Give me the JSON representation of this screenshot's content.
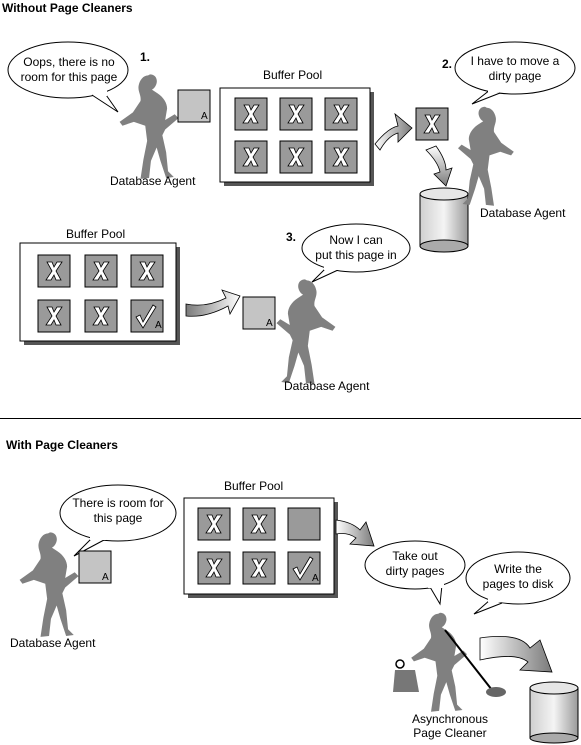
{
  "top": {
    "title": "Without Page Cleaners",
    "step1": "1.",
    "step2": "2.",
    "step3": "3.",
    "bubble1": [
      "Oops, there is no",
      "room for this page"
    ],
    "bubble2": [
      "I have to move a",
      "dirty page"
    ],
    "bubble3": [
      "Now I can",
      "put this page in"
    ],
    "buffer_pool_label_1": "Buffer Pool",
    "buffer_pool_label_2": "Buffer Pool",
    "agent_label_1": "Database Agent",
    "agent_label_2": "Database Agent",
    "agent_label_3": "Database Agent",
    "page_letter": "A"
  },
  "bottom": {
    "title": "With Page Cleaners",
    "bubble_agent": [
      "There is room for",
      "this page"
    ],
    "bubble_take": [
      "Take out",
      "dirty pages"
    ],
    "bubble_write": [
      "Write the",
      "pages to disk"
    ],
    "buffer_pool_label": "Buffer Pool",
    "agent_label": "Database Agent",
    "cleaner_label": [
      "Asynchronous",
      "Page Cleaner"
    ],
    "page_letter": "A"
  }
}
